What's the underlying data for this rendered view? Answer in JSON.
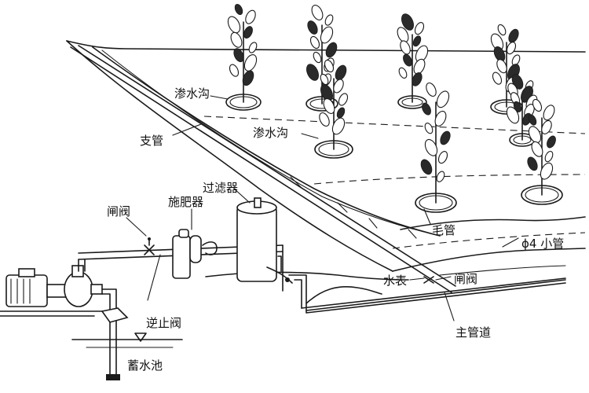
{
  "labels": {
    "seep_ditch_1": "渗水沟",
    "seep_ditch_2": "渗水沟",
    "branch_pipe": "支管",
    "filter": "过滤器",
    "fertilizer_tank": "施肥器",
    "gate_valve_left": "闸阀",
    "capillary_tube": "毛管",
    "small_tube": "ϕ4 小管",
    "water_meter": "水表",
    "gate_valve_right": "闸阀",
    "check_valve": "逆止阀",
    "main_pipe": "主管道",
    "reservoir": "蓄水池"
  }
}
